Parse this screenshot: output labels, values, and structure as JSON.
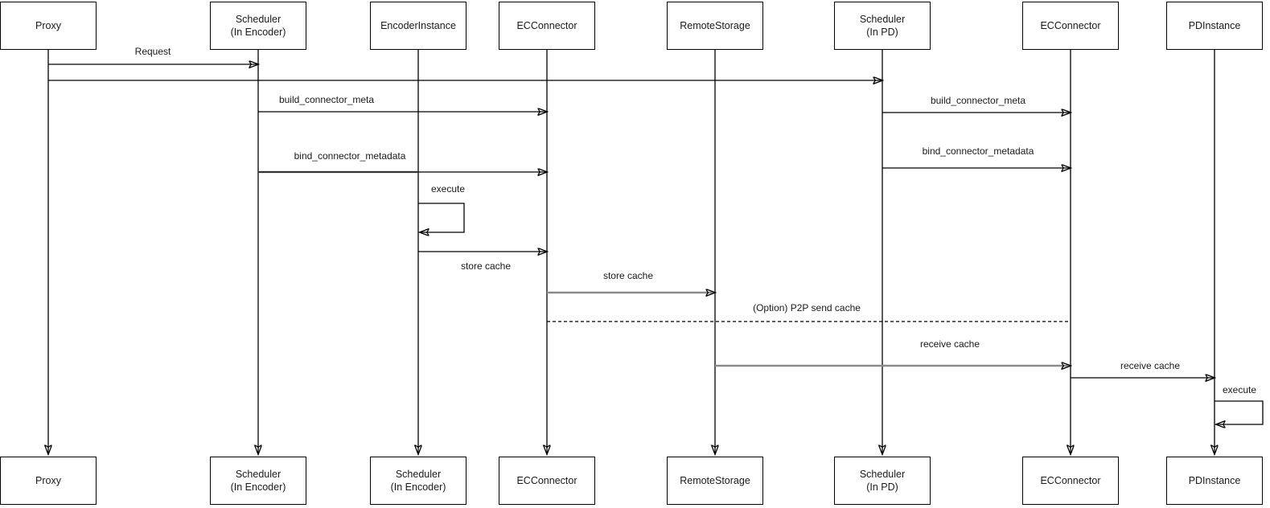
{
  "diagram": {
    "type": "sequence-diagram",
    "colors": {
      "background": "#ffffff",
      "line": "#000000",
      "emphasis_line": "#8a8a8a",
      "box_fill": "#ffffff",
      "box_border": "#000000",
      "text": "#1a1a1a"
    }
  },
  "actors_top": [
    {
      "label": "Proxy"
    },
    {
      "label": "Scheduler",
      "sub": "(In Encoder)"
    },
    {
      "label": "EncoderInstance"
    },
    {
      "label": "ECConnector"
    },
    {
      "label": "RemoteStorage"
    },
    {
      "label": "Scheduler",
      "sub": "(In PD)"
    },
    {
      "label": "ECConnector"
    },
    {
      "label": "PDInstance"
    }
  ],
  "actors_bottom": [
    {
      "label": "Proxy"
    },
    {
      "label": "Scheduler",
      "sub": "(In Encoder)"
    },
    {
      "label": "Scheduler",
      "sub": "(In Encoder)"
    },
    {
      "label": "ECConnector"
    },
    {
      "label": "RemoteStorage"
    },
    {
      "label": "Scheduler",
      "sub": "(In PD)"
    },
    {
      "label": "ECConnector"
    },
    {
      "label": "PDInstance"
    }
  ],
  "messages": [
    {
      "label": "Request",
      "from": "Proxy",
      "to": "Scheduler (In Encoder)",
      "style": "solid-arrow"
    },
    {
      "label": "",
      "from": "Proxy",
      "to": "Scheduler (In PD)",
      "style": "solid-arrow"
    },
    {
      "label": "build_connector_meta",
      "from": "Scheduler (In Encoder)",
      "to": "ECConnector",
      "style": "solid-arrow"
    },
    {
      "label": "build_connector_meta",
      "from": "Scheduler (In PD)",
      "to": "ECConnector",
      "style": "solid-arrow"
    },
    {
      "label": "bind_connector_metadata",
      "from": "Scheduler (In Encoder)",
      "to": "ECConnector",
      "style": "solid-arrow"
    },
    {
      "label": "bind_connector_metadata",
      "from": "Scheduler (In PD)",
      "to": "ECConnector",
      "style": "solid-arrow"
    },
    {
      "label": "execute",
      "from": "EncoderInstance",
      "to": "EncoderInstance",
      "style": "self-loop"
    },
    {
      "label": "store cache",
      "from": "EncoderInstance",
      "to": "ECConnector",
      "style": "solid-arrow",
      "label_position": "below"
    },
    {
      "label": "store cache",
      "from": "ECConnector",
      "to": "RemoteStorage",
      "style": "emphasis-arrow"
    },
    {
      "label": "(Option) P2P send cache",
      "from": "ECConnector",
      "to": "ECConnector (In PD)",
      "style": "dashed-no-arrowhead"
    },
    {
      "label": "receive cache",
      "from": "RemoteStorage",
      "to": "ECConnector (In PD)",
      "style": "emphasis-arrow"
    },
    {
      "label": "receive cache",
      "from": "ECConnector (In PD)",
      "to": "PDInstance",
      "style": "solid-arrow"
    },
    {
      "label": "execute",
      "from": "PDInstance",
      "to": "PDInstance",
      "style": "self-loop"
    }
  ]
}
